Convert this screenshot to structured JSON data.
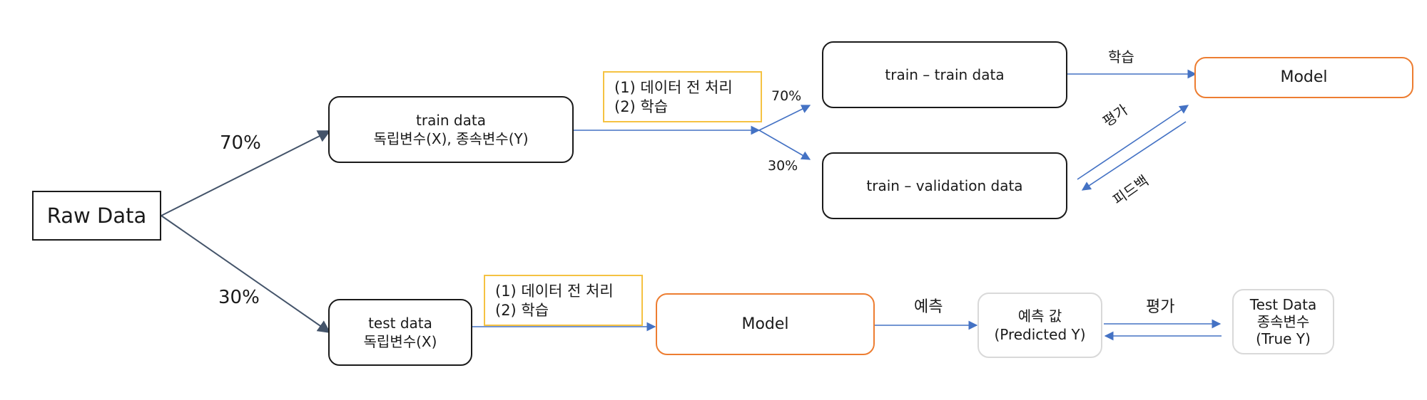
{
  "raw_data": "Raw Data",
  "split": {
    "train_pct": "70%",
    "test_pct": "30%"
  },
  "train_data": {
    "line1": "train data",
    "line2": "독립변수(X), 종속변수(Y)"
  },
  "test_data": {
    "line1": "test data",
    "line2": "독립변수(X)"
  },
  "preprocess_top": {
    "step1": "(1)  데이터 전 처리",
    "step2": "(2)  학습"
  },
  "preprocess_bottom": {
    "step1": "(1)  데이터 전 처리",
    "step2": "(2)  학습"
  },
  "sub_split": {
    "train_pct": "70%",
    "val_pct": "30%"
  },
  "train_train": "train – train data",
  "train_validation": "train – validation data",
  "model_top": "Model",
  "model_bottom": "Model",
  "edge_labels": {
    "learn": "학습",
    "evaluate_top": "평가",
    "feedback": "피드백",
    "predict": "예측",
    "evaluate_bottom": "평가"
  },
  "predicted": {
    "line1": "예측 값",
    "line2": "(Predicted Y)"
  },
  "test_true": {
    "line1": "Test Data",
    "line2": "종속변수",
    "line3": "(True Y)"
  },
  "colors": {
    "arrow_dark": "#44546a",
    "arrow_blue": "#4472c4",
    "orange": "#ed7d31",
    "yellow": "#f5c242",
    "grey": "#d9d9d9"
  }
}
